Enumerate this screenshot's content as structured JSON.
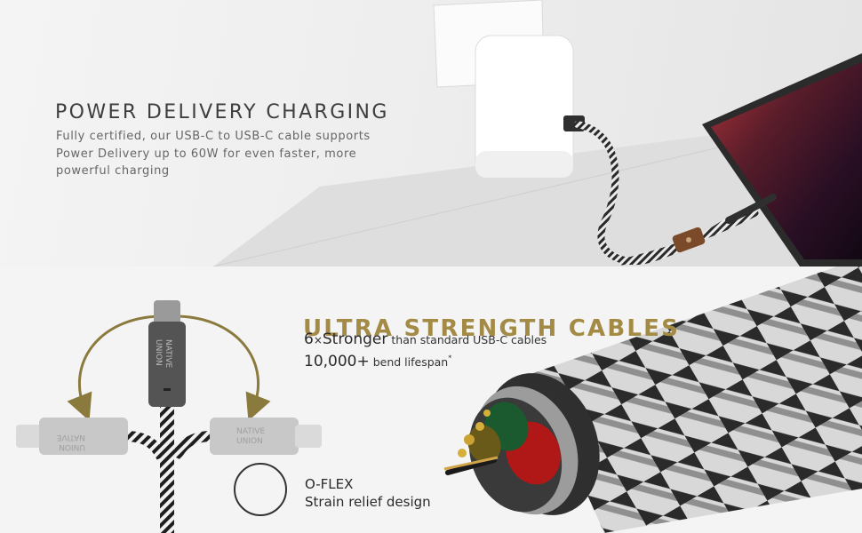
{
  "top": {
    "title": "POWER DELIVERY CHARGING",
    "body_lines": [
      "Fully certified, our USB-C to USB-C cable supports",
      "Power Delivery up to 60W for even faster, more",
      "powerful charging"
    ]
  },
  "bottom": {
    "title": "ULTRA STRENGTH CABLES",
    "feature1": {
      "value": "6",
      "multiplier": "×",
      "emph": "Stronger",
      "rest": " than standard USB-C cables"
    },
    "feature2": {
      "value": "10,000+",
      "rest": " bend lifespan",
      "mark": "*"
    },
    "oflex": {
      "title": "O-FLEX",
      "subtitle": "Strain relief design"
    },
    "brand_lines": [
      "NATIVE",
      "UNION"
    ]
  },
  "colors": {
    "gold": "#a38b46",
    "heading_gray": "#3e3e3e",
    "body_gray": "#666666"
  }
}
